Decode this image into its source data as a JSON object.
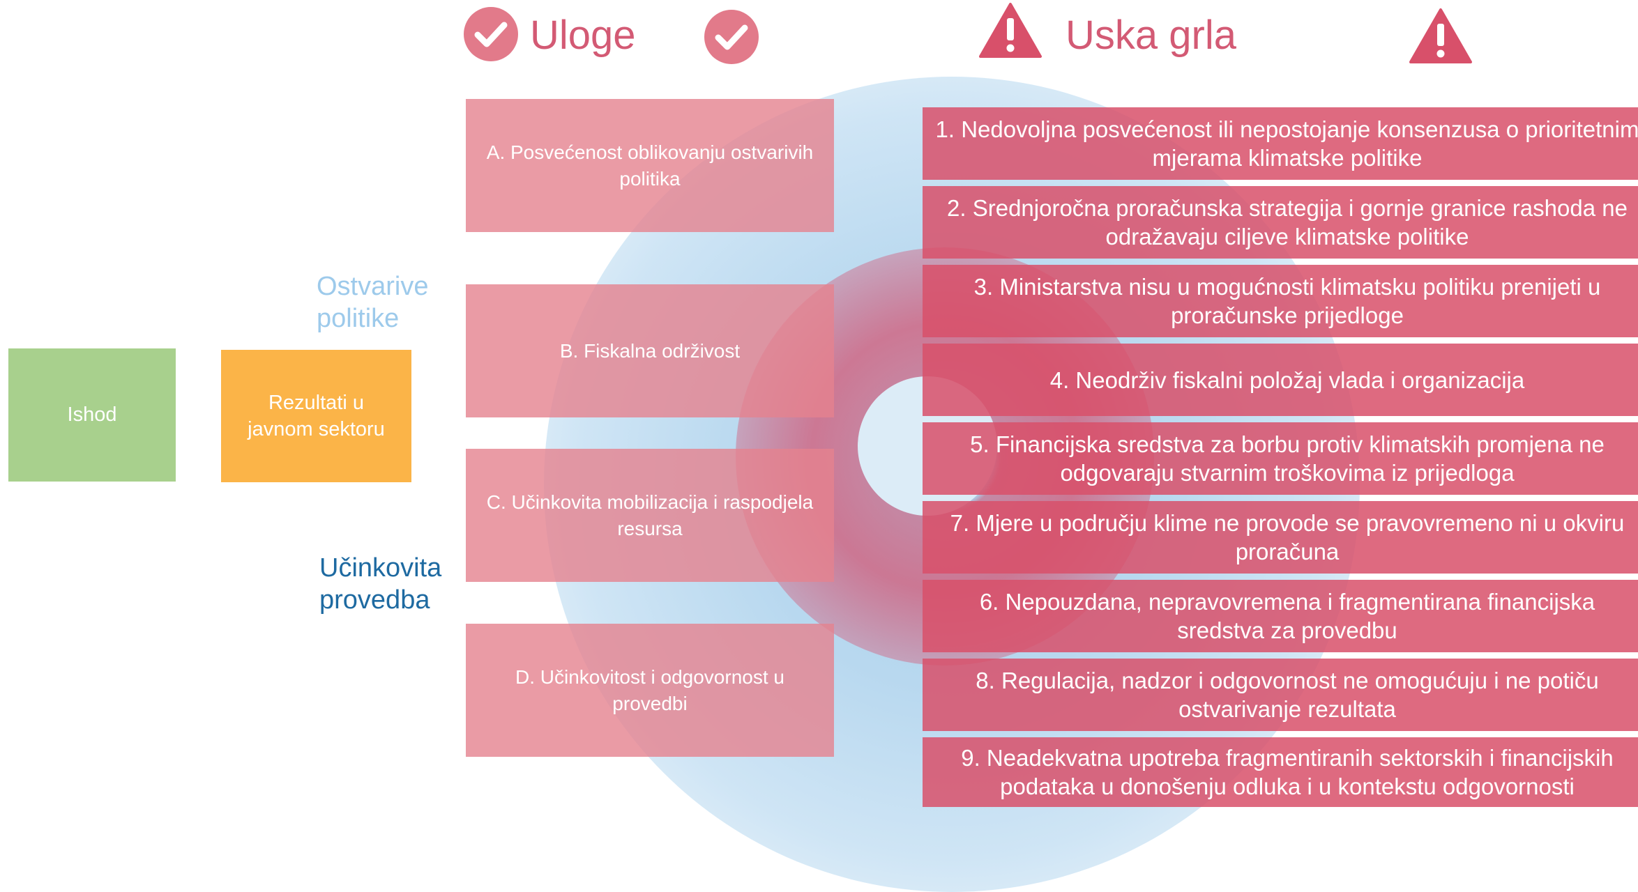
{
  "header": {
    "roles_title": "Uloge",
    "bottlenecks_title": "Uska grla",
    "icons": [
      "check-icon",
      "check-icon",
      "warning-icon",
      "warning-icon"
    ]
  },
  "outcome": {
    "label": "Ishod"
  },
  "results": {
    "label": "Rezultati u javnom sektoru"
  },
  "groups": {
    "achievable": "Ostvarive politike",
    "effective": "Učinkovita provedba"
  },
  "roles": [
    "A. Posvećenost oblikovanju ostvarivih politika",
    "B. Fiskalna održivost",
    "C. Učinkovita mobilizacija i raspodjela resursa",
    "D. Učinkovitost i odgovornost u provedbi"
  ],
  "bottlenecks": [
    "1. Nedovoljna posvećenost ili nepostojanje konsenzusa o prioritetnim mjerama klimatske politike",
    "2. Srednjoročna proračunska strategija i gornje granice rashoda ne odražavaju ciljeve klimatske politike",
    "3. Ministarstva nisu u mogućnosti klimatsku politiku prenijeti u proračunske prijedloge",
    "4. Neodrživ fiskalni položaj vlada i organizacija",
    "5. Financijska sredstva za borbu protiv klimatskih promjena ne odgovaraju stvarnim troškovima iz prijedloga",
    "7. Mjere u području klime ne provode se pravovremeno ni u okviru proračuna",
    "6. Nepouzdana, nepravovremena i fragmentirana financijska sredstva za provedbu",
    "8. Regulacija, nadzor i odgovornost ne omogućuju i ne potiču ostvarivanje rezultata",
    "9. Neadekvatna upotreba fragmentiranih sektorskih i financijskih podataka u donošenju odluka i u kontekstu odgovornosti"
  ],
  "colors": {
    "accent_red": "#d35a74",
    "outcome_green": "#a8d08d",
    "results_orange": "#fbb448",
    "light_blue": "#9dcaeb",
    "dark_blue": "#1e6aa1"
  }
}
